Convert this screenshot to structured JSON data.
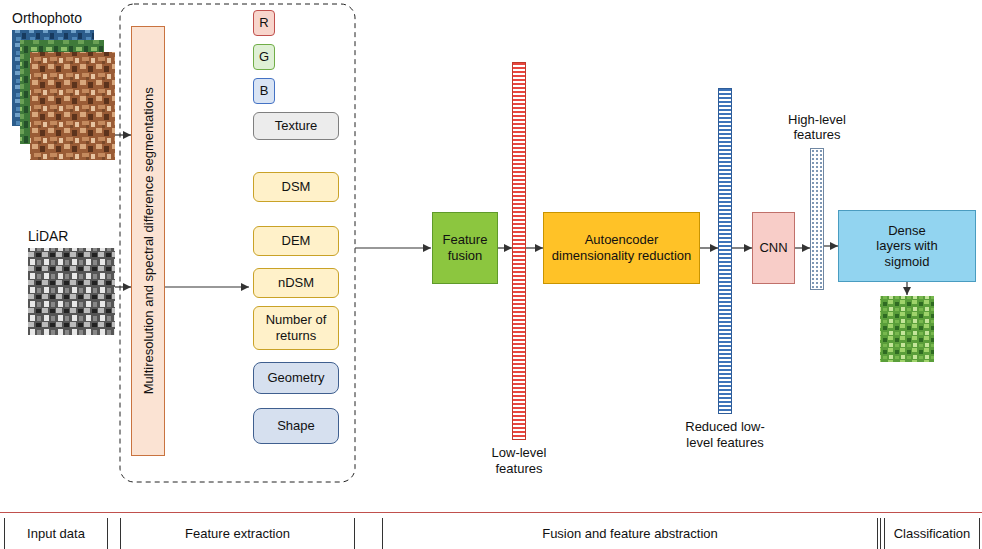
{
  "diagram": {
    "nodes": [
      {
        "text": [
          "Orthophoto"
        ]
      },
      {
        "text": [
          "LiDAR"
        ]
      },
      {
        "text": [
          "Multiresolution and spectral difference segmentations"
        ]
      },
      {
        "text": [
          "R"
        ]
      },
      {
        "text": [
          "G"
        ]
      },
      {
        "text": [
          "B"
        ]
      },
      {
        "text": [
          "Texture"
        ]
      },
      {
        "text": [
          "DSM"
        ]
      },
      {
        "text": [
          "DEM"
        ]
      },
      {
        "text": [
          "nDSM"
        ]
      },
      {
        "text": [
          "Number of returns"
        ]
      },
      {
        "text": [
          "Geometry"
        ]
      },
      {
        "text": [
          "Shape"
        ]
      },
      {
        "text": [
          "Feature fusion"
        ]
      },
      {
        "text": [
          "Low-level features"
        ]
      },
      {
        "text": [
          "Autoencoder dimensionality reduction"
        ]
      },
      {
        "text": [
          "Reduced low-level features"
        ]
      },
      {
        "text": [
          "CNN"
        ]
      },
      {
        "text": [
          "High-level features"
        ]
      },
      {
        "text": [
          "Dense layers with sigmoid"
        ]
      },
      {
        "text": [
          "Input data"
        ]
      },
      {
        "text": [
          "Feature extraction"
        ]
      },
      {
        "text": [
          "Fusion and feature abstraction"
        ]
      },
      {
        "text": [
          "Classification"
        ]
      }
    ],
    "edges": [
      {
        "from": 0,
        "to": 2,
        "arrow": "to"
      },
      {
        "from": 1,
        "to": 2,
        "arrow": "to"
      },
      {
        "from": 13,
        "to": 14,
        "arrow": "to"
      },
      {
        "from": 14,
        "to": 15,
        "arrow": "to"
      },
      {
        "from": 15,
        "to": 16,
        "arrow": "to"
      },
      {
        "from": 16,
        "to": 17,
        "arrow": "to"
      },
      {
        "from": 17,
        "to": 18,
        "arrow": "to"
      },
      {
        "from": 18,
        "to": 19,
        "arrow": "to"
      }
    ]
  }
}
